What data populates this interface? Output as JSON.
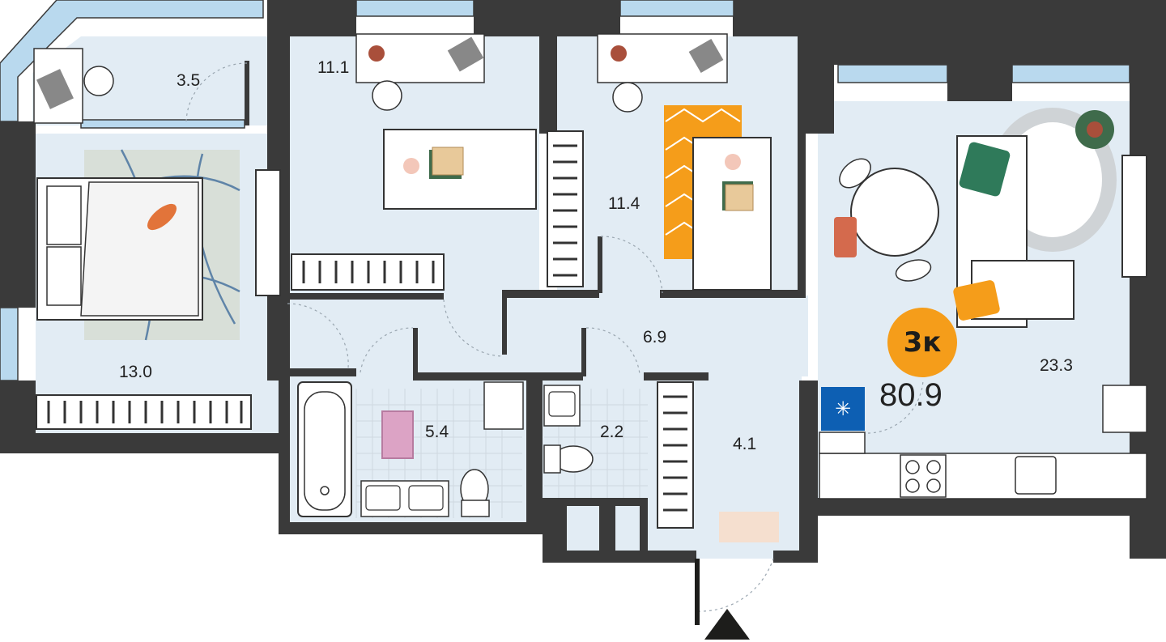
{
  "apartment": {
    "type_badge": "3к",
    "total_area": "80.9",
    "rooms": [
      {
        "id": "balcony",
        "area": "3.5"
      },
      {
        "id": "bedroom-left",
        "area": "13.0"
      },
      {
        "id": "bedroom-top-middle",
        "area": "11.1"
      },
      {
        "id": "bedroom-top-right",
        "area": "11.4"
      },
      {
        "id": "corridor",
        "area": "6.9"
      },
      {
        "id": "bathroom",
        "area": "5.4"
      },
      {
        "id": "toilet",
        "area": "2.2"
      },
      {
        "id": "hallway",
        "area": "4.1"
      },
      {
        "id": "living-kitchen",
        "area": "23.3"
      }
    ]
  },
  "colors": {
    "wall": "#3a3a3a",
    "floor": "#e2ecf4",
    "window": "#b9d9ee",
    "accent_orange": "#f59d1a",
    "ac_blue": "#0d5fb3"
  },
  "icons": {
    "entrance": "entrance-arrow-icon",
    "air_conditioner": "snowflake-icon"
  }
}
